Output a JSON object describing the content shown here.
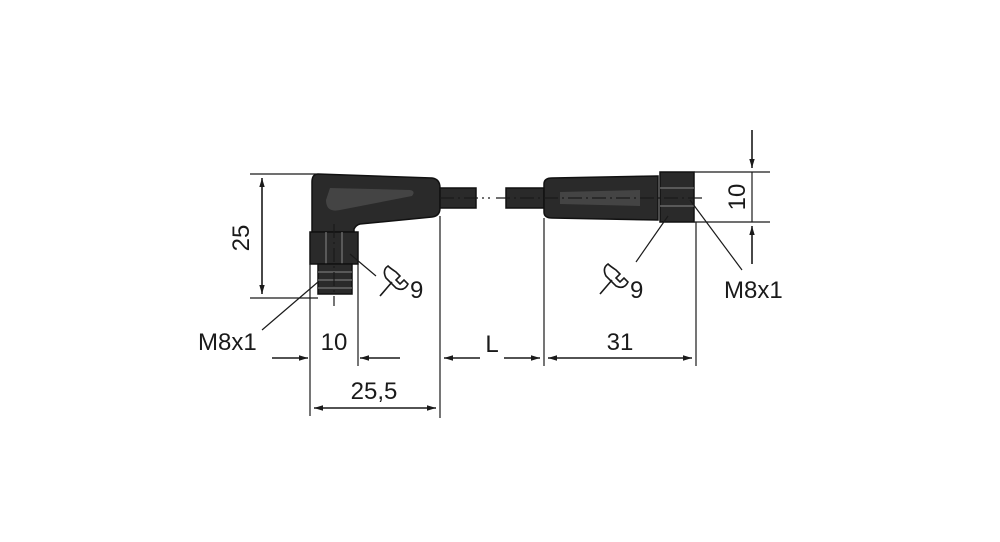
{
  "labels": {
    "height_left": "25",
    "thread_left": "M8x1",
    "width_nut_left": "10",
    "wrench_left": "9",
    "length_left": "25,5",
    "cable_length": "L",
    "length_right": "31",
    "wrench_right": "9",
    "thread_right": "M8x1",
    "height_right": "10"
  },
  "colors": {
    "line": "#1a1a1a",
    "body": "#2a2a2a",
    "background": "#ffffff"
  }
}
